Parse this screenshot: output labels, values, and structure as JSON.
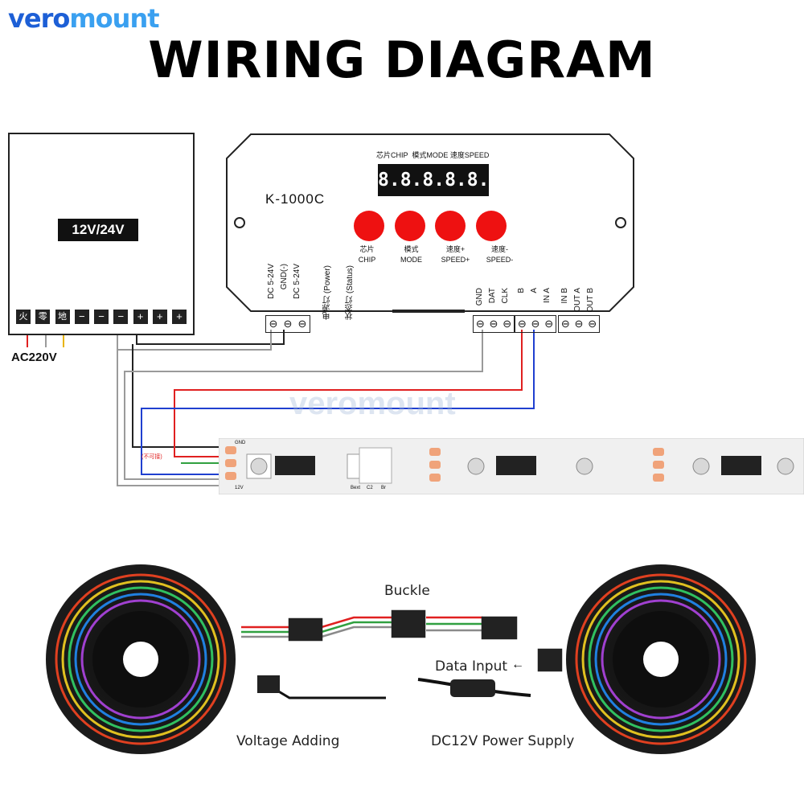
{
  "brand": {
    "part1": "vero",
    "part2": "mount"
  },
  "title": "WIRING DIAGRAM",
  "power_supply": {
    "voltage_label": "12V/24V",
    "terminals": [
      "火",
      "零",
      "地",
      "−",
      "−",
      "−",
      "+",
      "+",
      "+"
    ],
    "ac_label": "AC220V"
  },
  "controller": {
    "model": "K-1000C",
    "display": "8.8.8.8.8.8.",
    "display_header": "芯片CHIP  模式MODE 速度SPEED",
    "buttons": [
      {
        "cn": "芯片",
        "en": "CHIP"
      },
      {
        "cn": "模式",
        "en": "MODE"
      },
      {
        "cn": "速度+",
        "en": "SPEED+"
      },
      {
        "cn": "速度-",
        "en": "SPEED-"
      }
    ],
    "left_terminals": [
      "DC 5-24V",
      "GND(-)",
      "DC 5-24V"
    ],
    "indicators": [
      "电源灯 (Power)",
      "状态灯 (Status)"
    ],
    "right_terminals_1": [
      "GND",
      "DAT",
      "CLK"
    ],
    "right_terminals_2": [
      "B",
      "A",
      "IN A"
    ],
    "right_terminals_3": [
      "IN B",
      "OUT A",
      "OUT B"
    ]
  },
  "strip": {
    "warning": "(不可接)",
    "pad_labels": [
      "GND",
      "12V",
      "Bext",
      "C2",
      "Br"
    ]
  },
  "watermark": "veromount",
  "callouts": {
    "buckle": "Buckle",
    "data_input": "Data Input",
    "voltage_adding": "Voltage Adding",
    "power_supply": "DC12V Power Supply"
  },
  "colors": {
    "button_red": "#ee1111",
    "wire_red": "#e02020",
    "wire_blue": "#2040d0",
    "wire_gray": "#9a9a9a",
    "wire_green": "#30a040",
    "brand_blue": "#1d5fd6"
  }
}
